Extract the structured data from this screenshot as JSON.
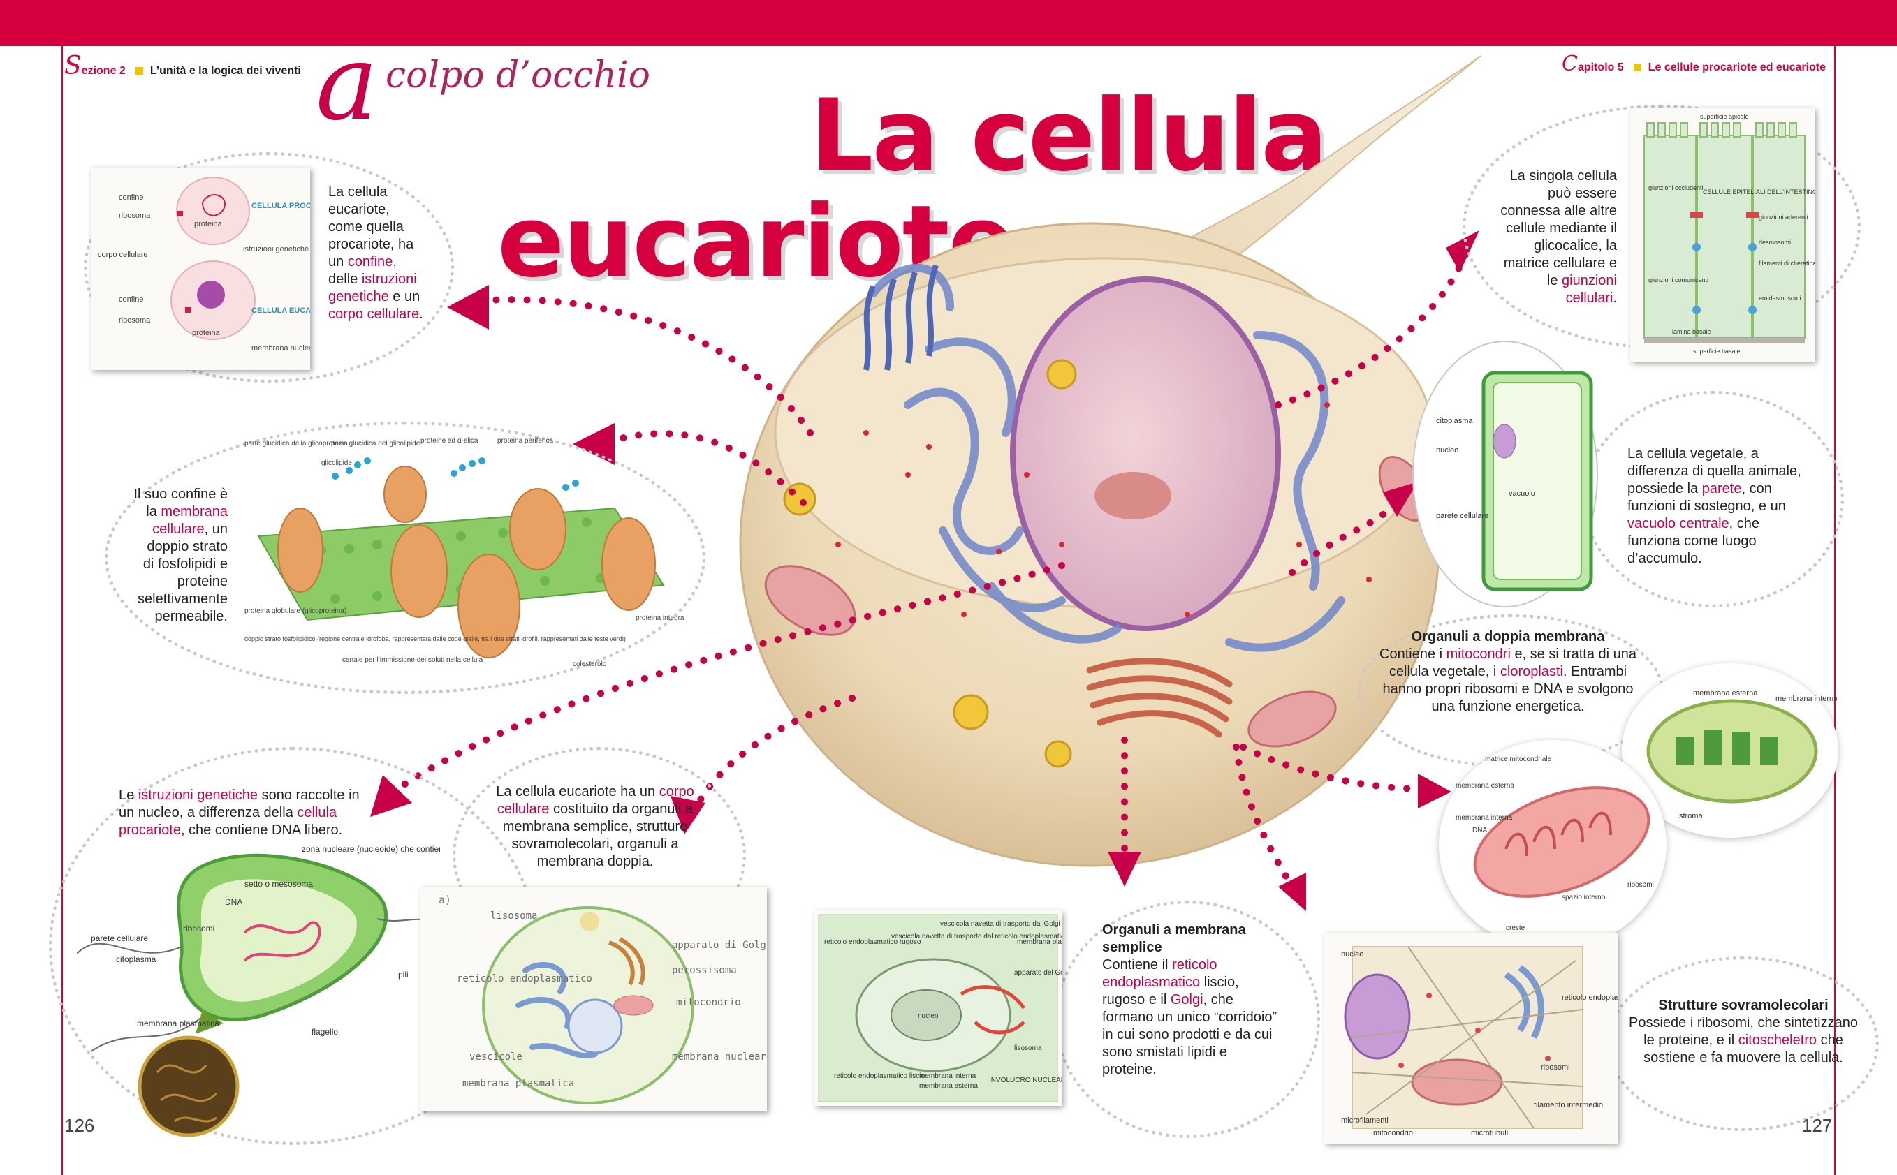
{
  "header": {
    "section_letter": "S",
    "section": "ezione 2",
    "section_title": "L’unità e la logica dei viventi",
    "chapter_letter": "C",
    "chapter": "apitolo 5",
    "chapter_title": "Le cellule procariote ed eucariote"
  },
  "banner": {
    "big_letter": "a",
    "rest": "colpo d’occhio"
  },
  "title": {
    "line1": "La cellula",
    "line2": "eucariote"
  },
  "pages": {
    "left": "126",
    "right": "127"
  },
  "callouts": {
    "prok_intro": {
      "t1": "La cellula eucariote, come quella procariote, ha un ",
      "k1": "confine",
      "t2": ", delle ",
      "k2": "istruzioni genetiche",
      "t3": " e un ",
      "k3": "corpo cellulare",
      "t4": "."
    },
    "membrane": {
      "t1": "Il suo confine è la ",
      "k1": "membrana cellulare",
      "t2": ", un doppio strato di fosfolipidi e proteine selettivamente permeabile."
    },
    "nucleus": {
      "t1": "Le ",
      "k1": "istruzioni genetiche",
      "t2": " sono raccolte in un nucleo, a differenza della ",
      "k2": "cellula procariote",
      "t3": ", che contiene DNA libero."
    },
    "body": {
      "t1": "La cellula eucariote ha un ",
      "k1": "corpo cellulare",
      "t2": " costituito da organuli a membrana semplice, strutture sovramolecolari, organuli a membrana doppia."
    },
    "simple": {
      "heading": "Organuli a membrana semplice",
      "t1": "Contiene il ",
      "k1": "reticolo endoplasmatico",
      "t2": " liscio, rugoso e il ",
      "k2": "Golgi",
      "t3": ", che formano un unico “corridoio” in cui sono prodotti e da cui sono smistati lipidi e proteine."
    },
    "junctions": {
      "t1": "La singola cellula può essere connessa alle altre cellule mediante il glicocalice, la matrice cellulare e le ",
      "k1": "giunzioni cellulari",
      "t2": "."
    },
    "plant": {
      "t1": "La cellula vegetale, a differenza di quella animale, possiede la ",
      "k1": "parete",
      "t2": ", con funzioni di sostegno, e un ",
      "k2": "vacuolo centrale",
      "t3": ", che funziona come luogo d’accumulo."
    },
    "double": {
      "heading": "Organuli a doppia membrana",
      "t1": "Contiene i ",
      "k1": "mitocondri",
      "t2": " e, se si tratta di una cellula vegetale, i ",
      "k2": "cloroplasti",
      "t3": ". Entrambi hanno propri ribosomi e DNA e svolgono una funzione energetica."
    },
    "supra": {
      "heading": "Strutture sovramolecolari",
      "t1": "Possiede i ribosomi, che sintetizzano le proteine, e il ",
      "k1": "citoscheletro",
      "t2": " che sostiene e fa muovere la cellula."
    }
  },
  "labels": {
    "prok": {
      "confine": "confine",
      "ribosoma": "ribosoma",
      "corpo": "corpo cellulare",
      "proteina": "proteina",
      "istruzioni": "istruzioni genetiche (DNA)",
      "cell_prok": "CELLULA PROCARIOTE",
      "cell_euk": "CELLULA EUCARIOTE",
      "membrana_nucleare": "membrana nucleare"
    },
    "mem": {
      "glyco": "parte glucidica della glicoproteina",
      "glycolipid_part": "parte glucidica del glicolipide",
      "glicolipide": "glicolipide",
      "helix": "proteine ad α-elica",
      "periph": "proteina periferica",
      "globular": "proteina globulare (glicoproteina)",
      "bilayer": "doppio strato fosfolipidico (regione centrale idrofoba, rappresentata dalle code gialle, tra i due strati idrofili, rappresentati dalle teste verdi)",
      "channel": "canale per l’immissione dei soluti nella cellula",
      "integral": "proteina integrale",
      "colesterolo": "colesterolo"
    },
    "bact": {
      "zona": "zona nucleare (nucleoide) che contiene il DNA",
      "setto": "setto o mesosoma",
      "dna": "DNA",
      "ribosomi": "ribosomi",
      "parete": "parete cellulare",
      "citoplasma": "citoplasma",
      "pili": "pili",
      "membrana": "membrana plasmatica",
      "flagello": "flagello"
    },
    "animal": {
      "tag": "a)",
      "lisosoma": "lisosoma",
      "apparato": "apparato di Golgi",
      "perossisoma": "perossisoma",
      "reticolo": "reticolo endoplasmatico",
      "mitocondrio": "mitocondrio",
      "vescicole": "vescicole",
      "membrana_nucleare": "membrana nucleare",
      "membrana_plasmatica": "membrana plasmatica"
    },
    "golgi": {
      "v1": "vescicola navetta di trasporto dal Golgi",
      "v2": "vescicola navetta di trasporto dal reticolo endoplasmatico",
      "rer": "reticolo endoplasmatico rugoso",
      "mp": "membrana plasmatica",
      "apparato": "apparato del Golgi",
      "nucleo": "nucleo",
      "lisosoma": "lisosoma",
      "rel": "reticolo endoplasmatico liscio",
      "mi": "membrana interna",
      "me": "membrana esterna",
      "inv": "INVOLUCRO NUCLEARE"
    },
    "epi": {
      "apicale": "superficie apicale",
      "occl": "giunzioni occludenti",
      "epit": "CELLULE EPITELIALI DELL’INTESTINO",
      "ader": "giunzioni aderenti",
      "desm": "desmosomi",
      "fil": "filamenti di cheratina",
      "com": "giunzioni comunicanti",
      "emi": "emidesmosomi",
      "lamina": "lamina basale",
      "basale": "superficie basale"
    },
    "plant": {
      "citoplasma": "citoplasma",
      "nucleo": "nucleo",
      "vacuolo": "vacuolo",
      "parete": "parete cellulare"
    },
    "chloro": {
      "me": "membrana esterna",
      "mi": "membrana interna",
      "stroma": "stroma"
    },
    "mito": {
      "matrice": "matrice mitocondriale",
      "me": "membrana esterna",
      "mi": "membrana interna",
      "dna": "DNA",
      "ribosomi": "ribosomi",
      "spazio": "spazio interno",
      "creste": "creste"
    },
    "cyto": {
      "nucleo": "nucleo",
      "reticolo": "reticolo endoplasmatico",
      "ribosomi": "ribosomi",
      "filamento": "filamento intermedio",
      "microfilamenti": "microfilamenti",
      "mitocondrio": "mitocondrio",
      "microtubuli": "microtubuli"
    }
  },
  "colors": {
    "accent": "#d6003e",
    "keyword": "#c8004a",
    "marker": "#f2c200"
  }
}
